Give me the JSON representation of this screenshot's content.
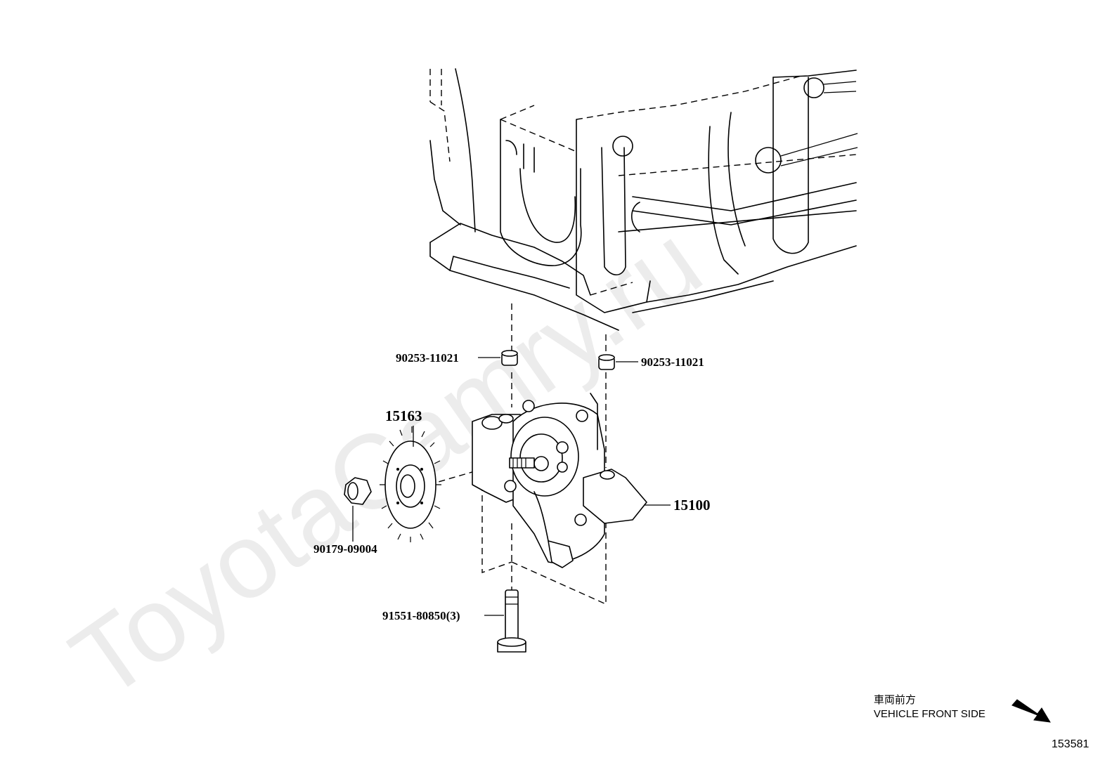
{
  "watermark": "ToyotaCamry.ru",
  "parts": {
    "sleeve_left": "90253-11021",
    "sleeve_right": "90253-11021",
    "sprocket": "15163",
    "oil_pump": "15100",
    "nut": "90179-09004",
    "bolt": "91551-80850(3)"
  },
  "direction": {
    "label_ja": "車両前方",
    "label_en": "VEHICLE FRONT SIDE",
    "icon": "arrow-down-right-icon"
  },
  "illustration_number": "153581"
}
